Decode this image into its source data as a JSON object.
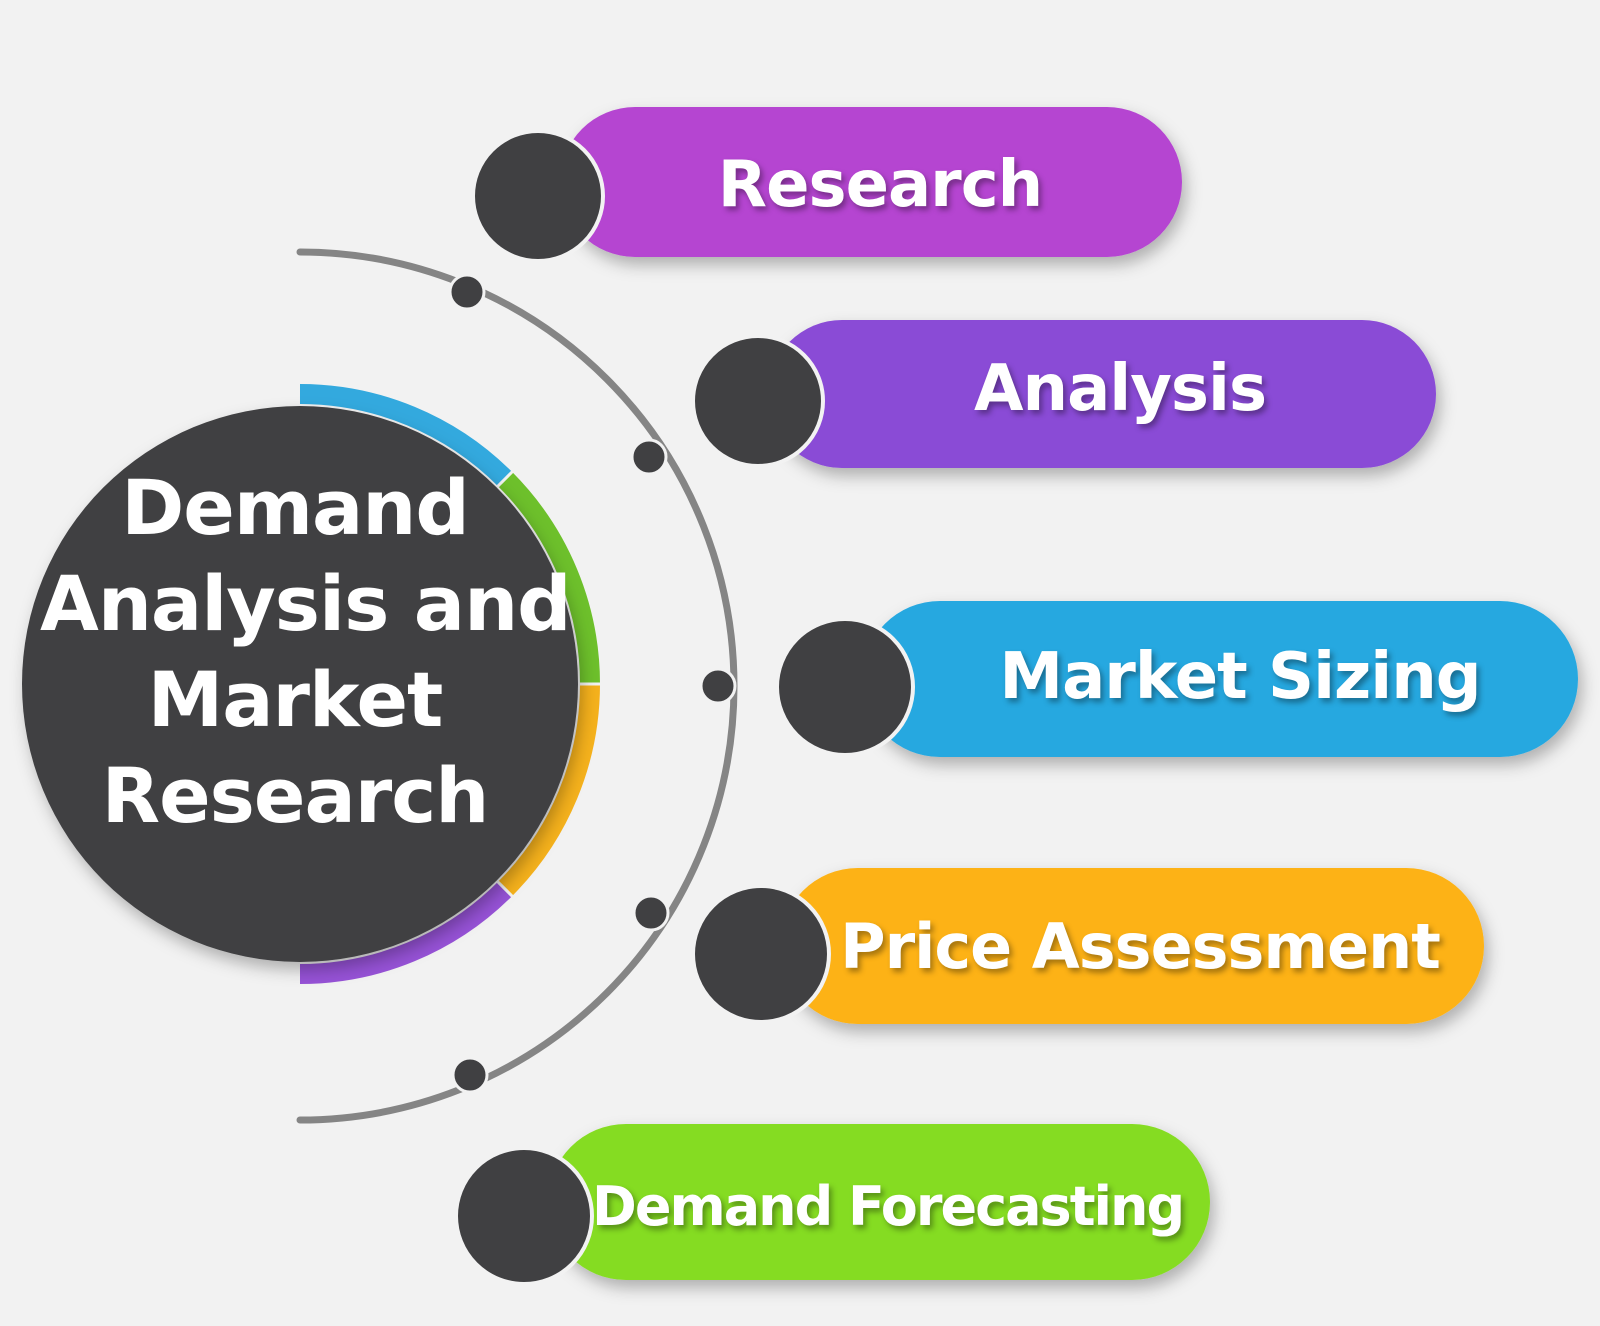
{
  "center": {
    "title_lines": [
      "Demand",
      "Analysis and",
      "Market",
      "Research"
    ]
  },
  "steps": [
    {
      "label": "Research",
      "color": "#b545d1"
    },
    {
      "label": "Analysis",
      "color": "#8a4bd6"
    },
    {
      "label": "Market Sizing",
      "color": "#27a8e0"
    },
    {
      "label": "Price Assessment",
      "color": "#fdb213"
    },
    {
      "label": "Demand Forecasting",
      "color": "#85dc23"
    }
  ],
  "colors": {
    "background": "#f2f2f2",
    "dark_circle": "#404042",
    "arc_line": "#858585",
    "ring_blue": "#33a9de",
    "ring_green": "#6dc02b",
    "ring_orange": "#f5b11c",
    "ring_purple": "#9652d6"
  }
}
